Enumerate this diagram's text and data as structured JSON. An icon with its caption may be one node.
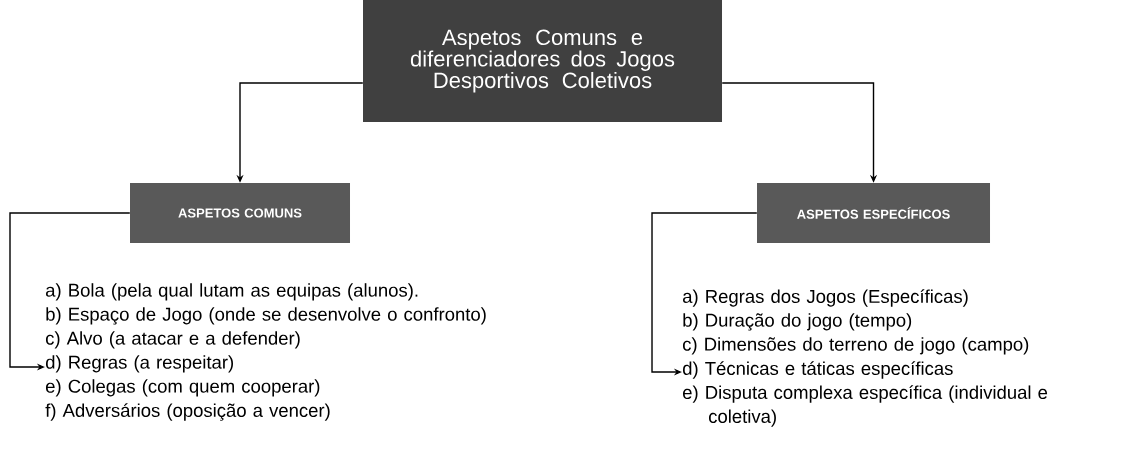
{
  "diagram": {
    "nodes": [
      {
        "text": [
          "Aspetos Comuns e diferenciadores dos Jogos Desportivos Coletivos"
        ]
      },
      {
        "text": [
          "ASPETOS COMUNS"
        ]
      },
      {
        "text": [
          "ASPETOS ESPECÍFICOS"
        ]
      },
      {
        "text": [
          "a) Bola (pela qual lutam as equipas (alunos).",
          "b) Espaço de Jogo (onde se desenvolve o confronto)",
          "c) Alvo (a atacar e a defender)",
          "d) Regras (a respeitar)",
          "e) Colegas (com quem cooperar)",
          "f) Adversários (oposição a vencer)"
        ]
      },
      {
        "text": [
          "a) Regras dos Jogos (Específicas)",
          "b) Duração do jogo (tempo)",
          "c) Dimensões do terreno de jogo (campo)",
          "d) Técnicas e táticas específicas",
          "e) Disputa complexa específica (individual e coletiva)"
        ]
      }
    ],
    "edges": [
      {
        "from": 0,
        "to": 1,
        "arrow": "to"
      },
      {
        "from": 0,
        "to": 2,
        "arrow": "to"
      },
      {
        "from": 1,
        "to": 3,
        "arrow": "to"
      },
      {
        "from": 2,
        "to": 4,
        "arrow": "to"
      }
    ]
  }
}
